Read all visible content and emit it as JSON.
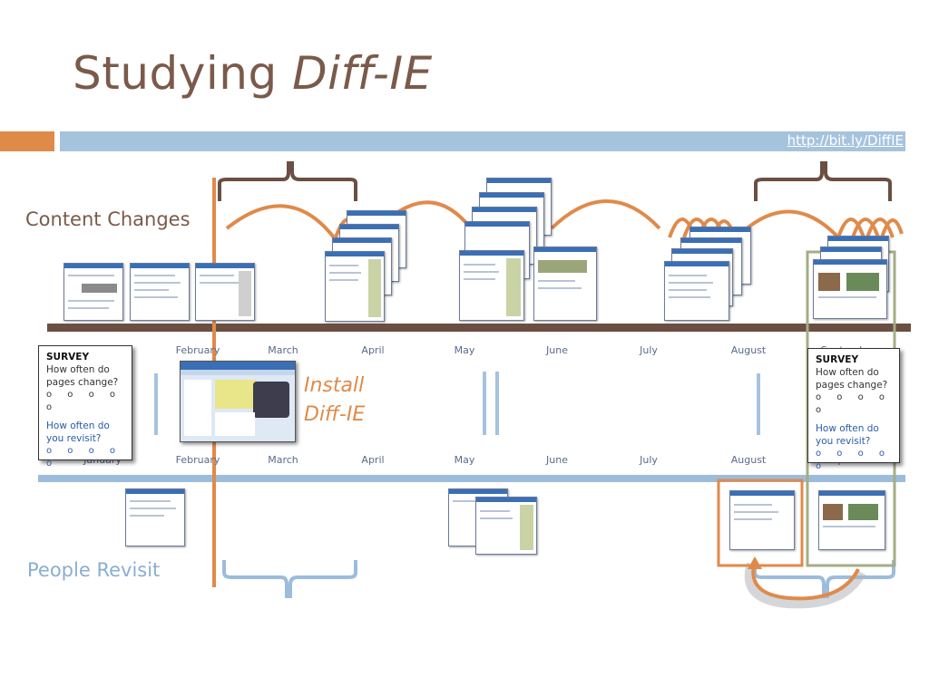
{
  "title": {
    "main": "Studying ",
    "italic": "Diff-IE"
  },
  "url": "http://bit.ly/DiffIE",
  "labels": {
    "content_changes": "Content Changes",
    "people_revisit": "People Revisit"
  },
  "install": {
    "line1": "Install",
    "line2": "Diff-IE"
  },
  "months_top": [
    "February",
    "March",
    "April",
    "May",
    "June",
    "July",
    "August",
    "September"
  ],
  "months_bottom": [
    "January",
    "February",
    "March",
    "April",
    "May",
    "June",
    "July",
    "August",
    "September"
  ],
  "survey_left": {
    "heading": "SURVEY",
    "q1": "How often do pages change?",
    "dots1": "o o o o o",
    "q2": "How often do you revisit?",
    "dots2": "o o o o o"
  },
  "survey_right": {
    "heading": "SURVEY",
    "q1": "How often do pages change?",
    "dots1": "o o o o o",
    "q2": "How often do you revisit?",
    "dots2": "o o o o o"
  },
  "colors": {
    "orange": "#e08a4a",
    "blue": "#a6c3de",
    "brown": "#6b4f42",
    "green": "#a3ad85"
  }
}
